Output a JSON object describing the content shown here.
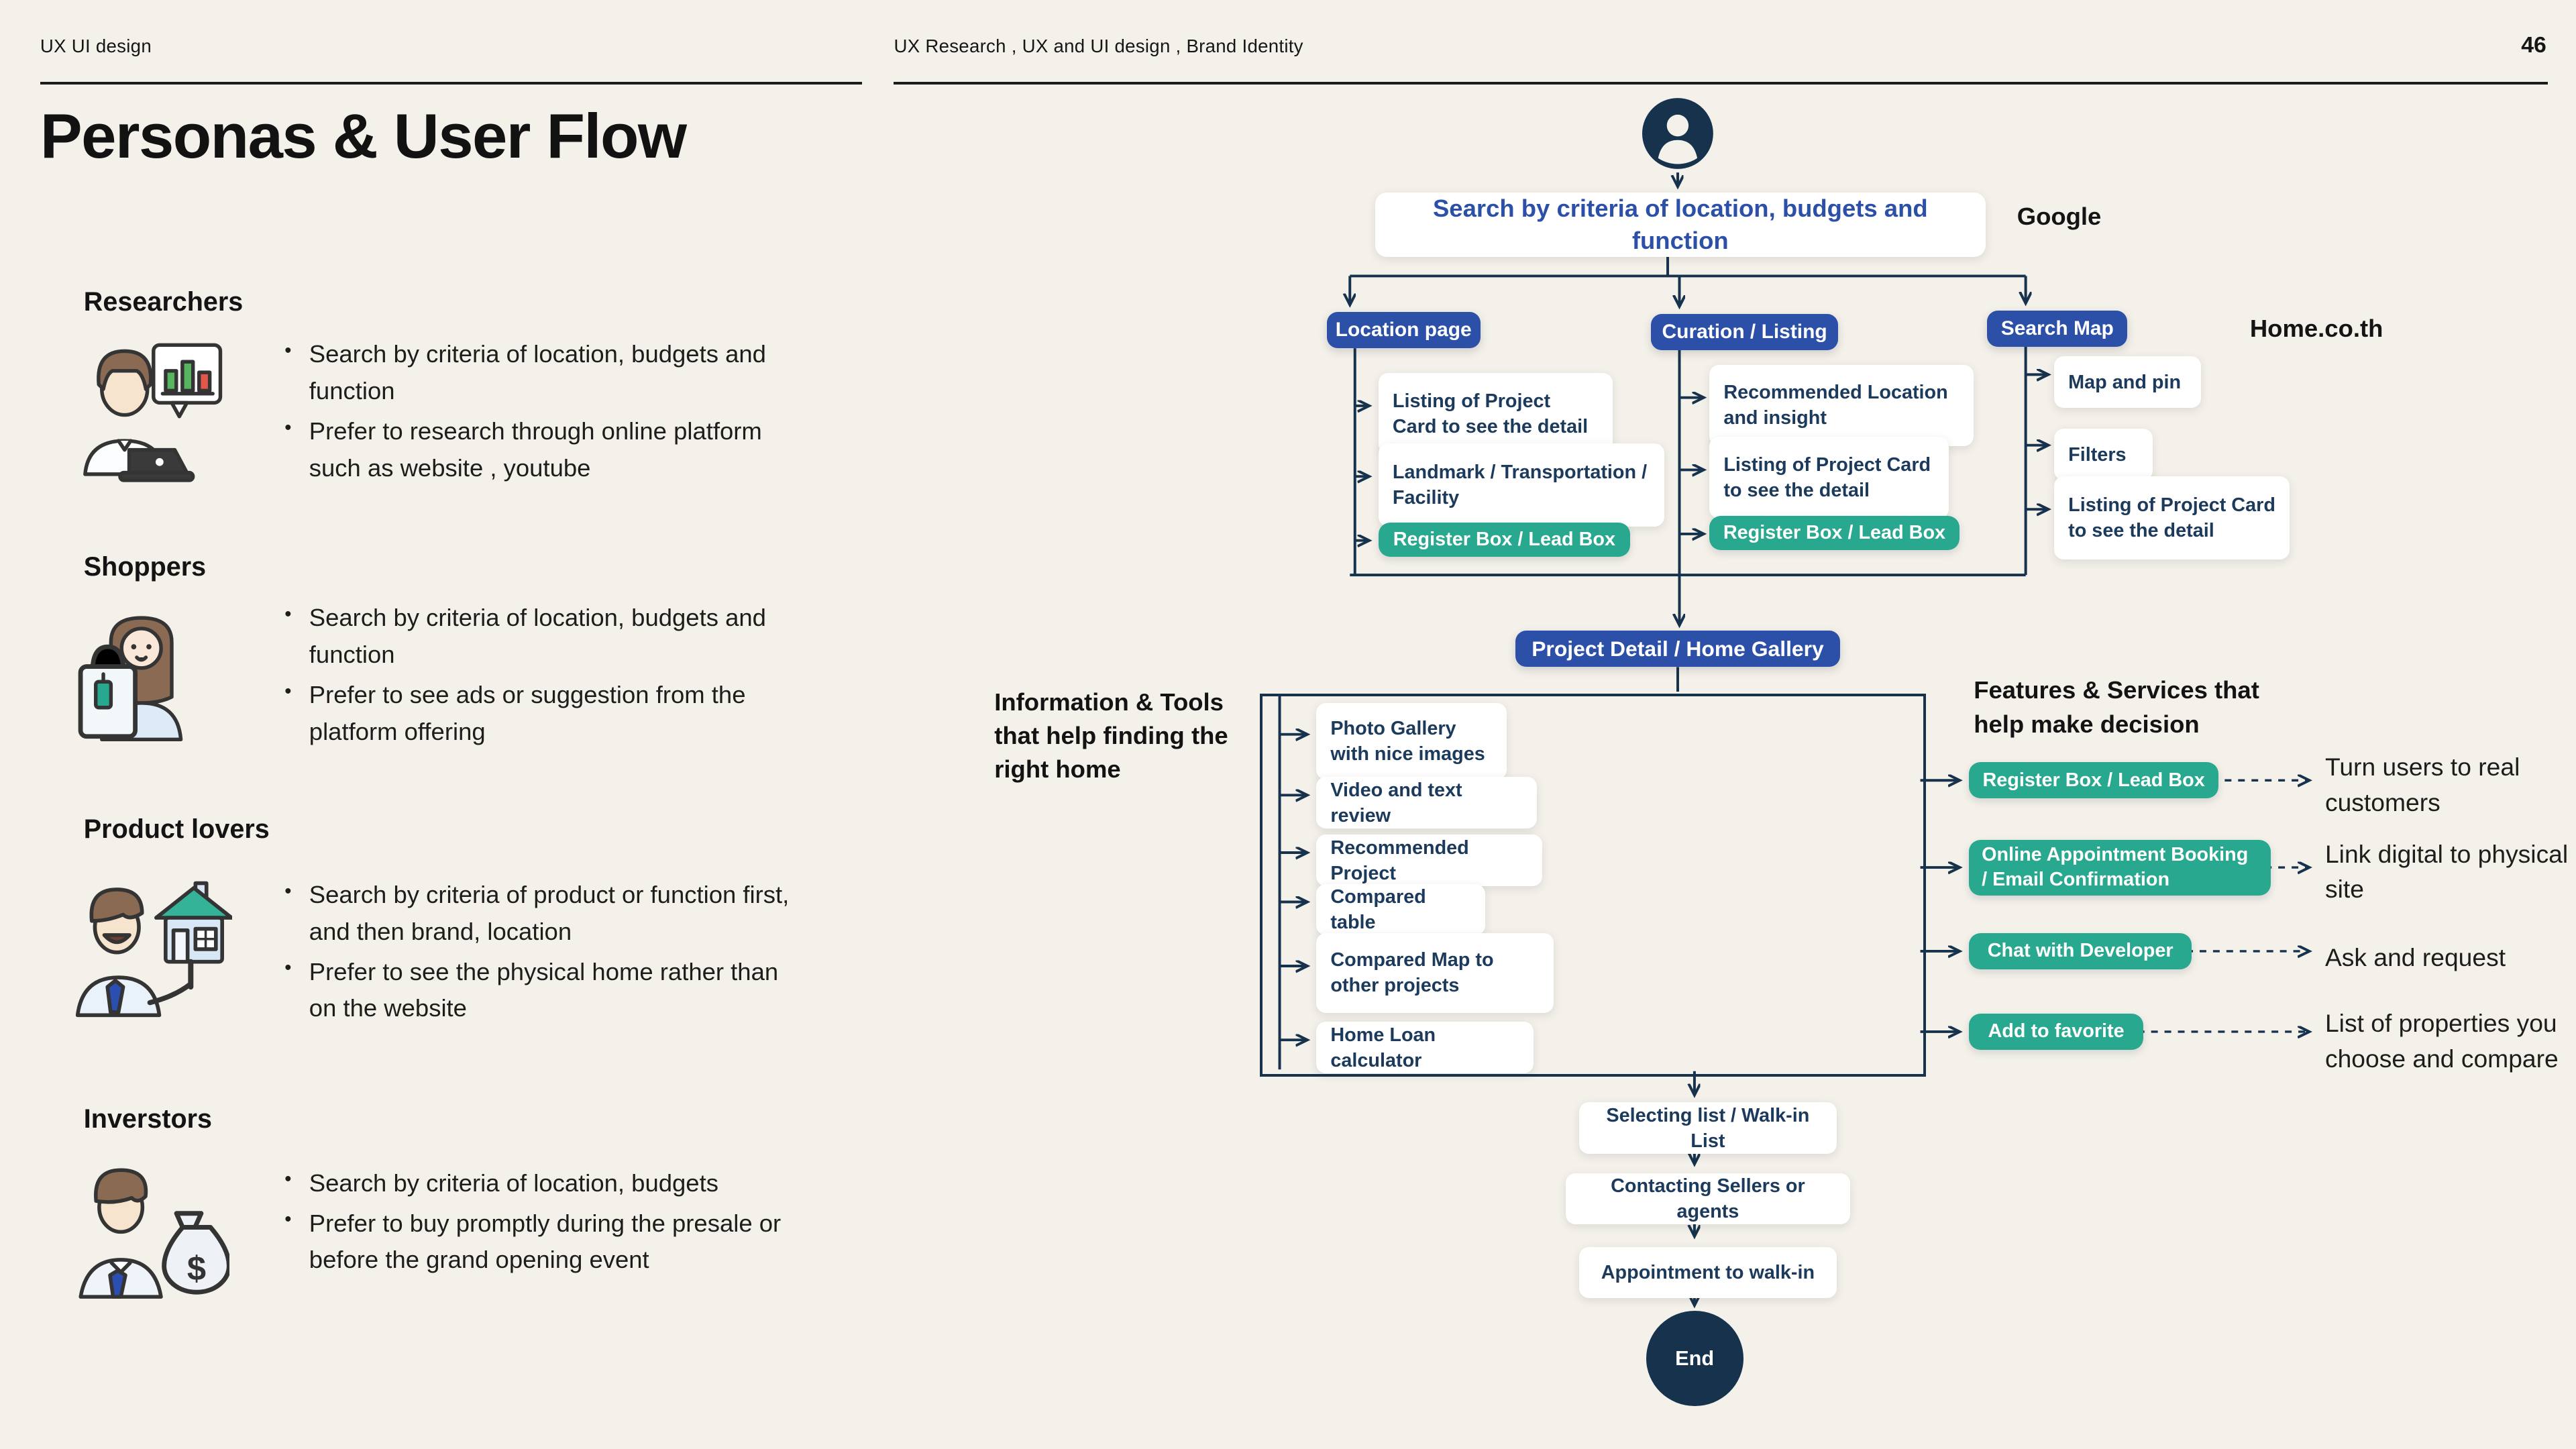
{
  "colors": {
    "background": "#f4f1ea",
    "accent_blue": "#2c50a8",
    "accent_green": "#29a890",
    "navy": "#16324c",
    "card_text_navy": "#1b3a5c"
  },
  "header": {
    "left_label": "UX UI design",
    "center_label": "UX Research , UX and UI design , Brand Identity",
    "page_number": "46"
  },
  "title": "Personas & User Flow",
  "personas": [
    {
      "name": "Researchers",
      "icon": "researcher-icon",
      "bullets": [
        "Search  by criteria of location, budgets and function",
        "Prefer to research through online platform such as website , youtube"
      ]
    },
    {
      "name": "Shoppers",
      "icon": "shopper-icon",
      "bullets": [
        "Search by criteria of location, budgets and function",
        "Prefer to see ads or suggestion from the platform offering"
      ]
    },
    {
      "name": "Product lovers",
      "icon": "product-lover-icon",
      "bullets": [
        "Search by criteria of product or function first, and then brand, location",
        "Prefer to see the physical home rather than on the website"
      ]
    },
    {
      "name": "Inverstors",
      "icon": "investor-icon",
      "bullets": [
        "Search  by criteria of location, budgets",
        "Prefer to buy promptly during the presale or before the grand opening event"
      ]
    }
  ],
  "flow": {
    "search_label": "Search  by criteria of location, budgets and function",
    "google_label": "Google",
    "home_label": "Home.co.th",
    "nav_location": "Location page",
    "nav_curation": "Curation / Listing",
    "nav_map": "Search Map",
    "location_item1": "Listing of Project Card to see the detail",
    "location_item2": "Landmark / Transportation / Facility",
    "location_cta": "Register Box / Lead Box",
    "curation_item1": "Recommended Location and insight",
    "curation_item2": "Listing of Project Card to see the detail",
    "curation_cta": "Register Box / Lead Box",
    "map_item1": "Map and  pin",
    "map_item2": "Filters",
    "map_item3": "Listing of Project Card to see the detail",
    "hub_label": "Project Detail /  Home Gallery",
    "tools_label": "Information & Tools that help finding the right home",
    "tools": [
      "Photo Gallery with nice images",
      "Video and text review",
      "Recommended  Project",
      "Compared table",
      "Compared Map to other projects",
      "Home Loan calculator"
    ],
    "features_label": "Features & Services that help make decision",
    "features": [
      {
        "label": "Register Box / Lead Box",
        "note": "Turn users to real customers"
      },
      {
        "label": "Online Appointment Booking / Email Confirmation",
        "note": "Link digital to physical site"
      },
      {
        "label": "Chat with Developer",
        "note": "Ask and request"
      },
      {
        "label": "Add to favorite",
        "note": "List of properties you choose and compare"
      }
    ],
    "step1": "Selecting list / Walk-in List",
    "step2": "Contacting Sellers or agents",
    "step3": "Appointment to walk-in",
    "end_label": "End"
  }
}
